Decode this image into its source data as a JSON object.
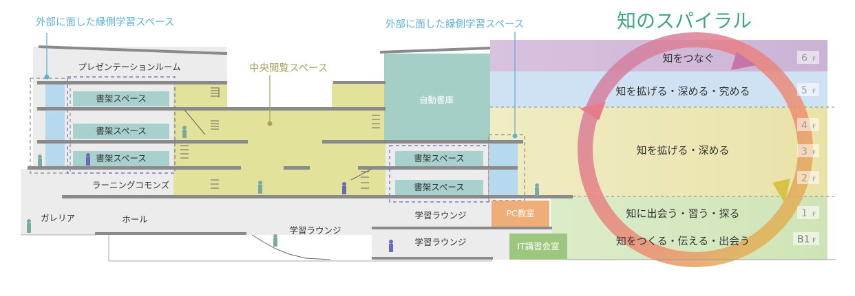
{
  "header": {
    "left_callout": "外部に面した縁側学習スペース",
    "center_callout": "中央閲覧スペース",
    "right_callout": "外部に面した縁側学習スペース",
    "spiral_title": "知のスパイラル"
  },
  "rooms": {
    "presentation": "プレゼンテーションルーム",
    "shelf_1": "書架スペース",
    "shelf_2": "書架スペース",
    "shelf_3": "書架スペース",
    "shelf_4": "書架スペース",
    "shelf_5": "書架スペース",
    "auto_stack": "自動書庫",
    "learning_commons": "ラーニングコモンズ",
    "galeria": "ガレリア",
    "hall": "ホール",
    "lounge_1": "学習ラウンジ",
    "lounge_2": "学習ラウンジ",
    "lounge_3": "学習ラウンジ",
    "pc_room": "PC教室",
    "it_room": "IT講習会室"
  },
  "floors": [
    {
      "floor": "6",
      "suffix": "F",
      "phrase": "知をつなぐ",
      "color": "#d5bfdd"
    },
    {
      "floor": "5",
      "suffix": "F",
      "phrase": "知を拡げる・深める・究める",
      "color": "#c6ddf0"
    },
    {
      "floor": "4",
      "suffix": "F",
      "phrase": "知を拡げる・深める",
      "color": "#ece7b6"
    },
    {
      "floor": "3",
      "suffix": "F",
      "phrase": "",
      "color": "#ece7b6"
    },
    {
      "floor": "2",
      "suffix": "F",
      "phrase": "",
      "color": "#ece7b6"
    },
    {
      "floor": "1",
      "suffix": "F",
      "phrase": "知に出会う・習う・探る",
      "color": "#d4e8c0"
    },
    {
      "floor": "B1",
      "suffix": "F",
      "phrase": "知をつくる・伝える・出会う",
      "color": "#d4e8c0"
    }
  ],
  "colors": {
    "shelf_teal": "#a8d0cc",
    "auto_stack": "#a4cfc6",
    "central_yellow": "#e3e29b",
    "glass_blue": "#b7d9ed",
    "pc_orange": "#efae77",
    "it_green": "#9dc77e",
    "slab_gray": "#888888",
    "callout_blue": "#5fb1d6",
    "callout_olive": "#a7a35f",
    "title_green": "#3ea48a"
  }
}
